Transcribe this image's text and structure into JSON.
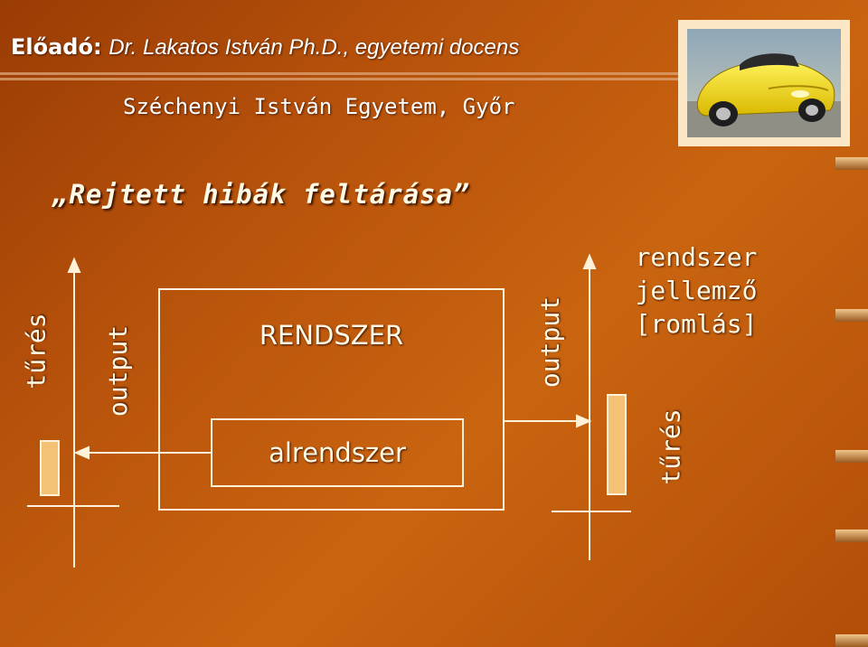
{
  "header": {
    "presenter_label": "Előadó:",
    "presenter_name": "Dr. Lakatos István Ph.D., egyetemi docens",
    "university": "Széchenyi István Egyetem, Győr"
  },
  "title": "„Rejtett hibák feltárása”",
  "diagram": {
    "system_label": "RENDSZER",
    "subsystem_label": "alrendszer",
    "left_tolerance": "tűrés",
    "left_output": "output",
    "right_output": "output",
    "right_tolerance": "tűrés",
    "characteristic_lines": [
      "rendszer",
      "jellemző",
      "[romlás]"
    ]
  },
  "colors": {
    "background": "#b7520b",
    "text": "#fffbe6",
    "tolerance_bar": "#f4c277"
  },
  "image": {
    "icon": "yellow-sports-car-photo"
  }
}
